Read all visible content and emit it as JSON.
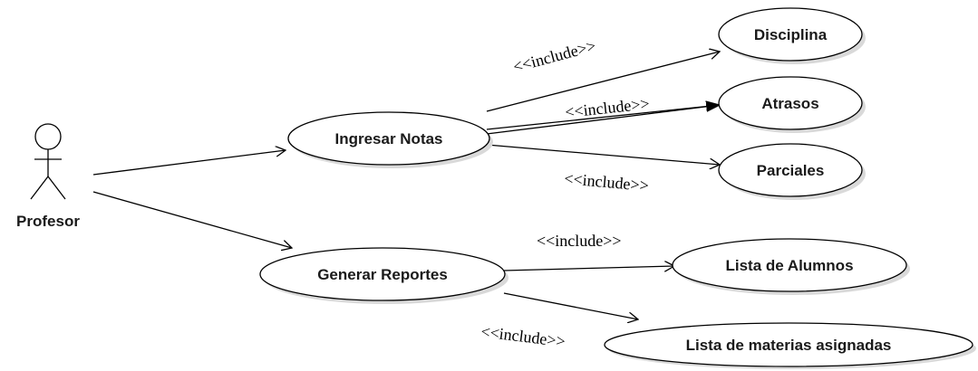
{
  "actor": {
    "name": "Profesor"
  },
  "use_cases": {
    "ingresar_notas": "Ingresar Notas",
    "generar_reportes": "Generar Reportes",
    "disciplina": "Disciplina",
    "atrasos": "Atrasos",
    "parciales": "Parciales",
    "lista_alumnos": "Lista de Alumnos",
    "lista_materias": "Lista de materias asignadas"
  },
  "stereotypes": {
    "include_1": "<<include>>",
    "include_2": "<<include>>",
    "include_3": "<<include>>",
    "include_4": "<<include>>",
    "include_5": "<<include>>"
  }
}
